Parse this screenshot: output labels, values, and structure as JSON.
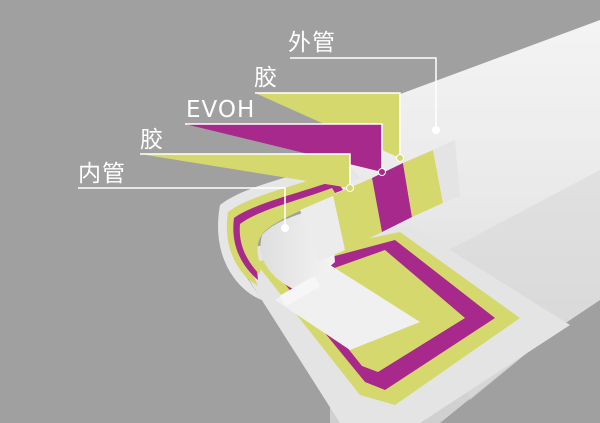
{
  "layers": {
    "outer_tube": "外管",
    "adhesive_outer": "胶",
    "evoh": "EVOH",
    "adhesive_inner": "胶",
    "inner_tube": "内管"
  },
  "colors": {
    "background": "#a0a0a0",
    "tube": "#ebebeb",
    "adhesive": "#d5d96d",
    "evoh": "#a8298c",
    "leader_line": "#ffffff"
  }
}
